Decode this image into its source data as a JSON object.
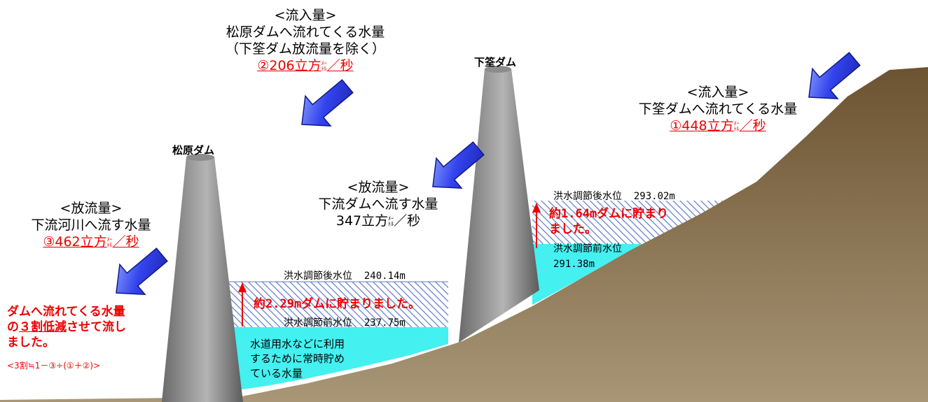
{
  "dams": {
    "matsubara": "松原ダム",
    "shimouke": "下筌ダム"
  },
  "inflow_matsubara": {
    "heading": "<流入量>",
    "desc1": "松原ダムへ流れてくる水量",
    "desc2": "（下筌ダム放流量を除く）",
    "value": "②206立方",
    "unit_top": "ﾒｰ",
    "unit_bottom": "ﾄﾙ",
    "per_sec": "／秒"
  },
  "inflow_shimouke": {
    "heading": "<流入量>",
    "desc": "下筌ダムへ流れてくる水量",
    "value": "①448立方",
    "unit_top": "ﾒｰ",
    "unit_bottom": "ﾄﾙ",
    "per_sec": "／秒"
  },
  "release_shimouke": {
    "heading": "<放流量>",
    "desc": "下流ダムへ流す水量",
    "value": "347立方",
    "unit_top": "ﾒｰ",
    "unit_bottom": "ﾄﾙ",
    "per_sec": "／秒"
  },
  "release_matsubara": {
    "heading": "<放流量>",
    "desc": "下流河川へ流す水量",
    "value": "③462立方",
    "unit_top": "ﾒｰ",
    "unit_bottom": "ﾄﾙ",
    "per_sec": "／秒"
  },
  "matsubara_levels": {
    "after_label": "洪水調節後水位",
    "after_value": "240.14m",
    "before_label": "洪水調節前水位",
    "before_value": "237.75m",
    "stored": "約2.29mダムに貯まりました。",
    "base_water_1": "水道用水などに利用",
    "base_water_2": "するために常時貯め",
    "base_water_3": "ている水量"
  },
  "shimouke_levels": {
    "after_label": "洪水調節後水位",
    "after_value": "293.02m",
    "stored_1": "約1.64mダムに貯まり",
    "stored_2": "ました。",
    "before_label": "洪水調節前水位",
    "before_value": "291.38m"
  },
  "summary": {
    "line1": "ダムへ流れてくる水量",
    "line2_pre": "の",
    "line2_u": "３割低減",
    "line2_post": "させて流し",
    "line3": "ました。",
    "formula": "<3割≒1－③÷(①＋②)>"
  },
  "colors": {
    "water": "#44f0f0",
    "stored_hatch": "#5d79c8",
    "ground_top": "#6c5331",
    "ground_bottom": "#a89676",
    "emphasis_red": "#ee0000",
    "arrow_blue": "#2233dd"
  }
}
